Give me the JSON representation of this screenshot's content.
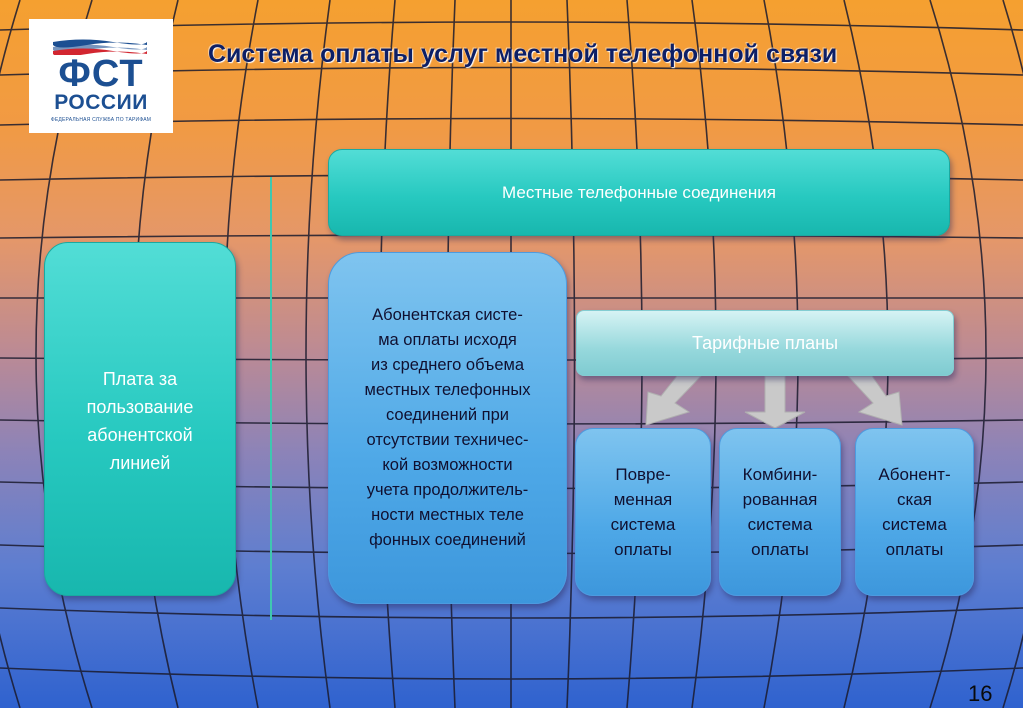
{
  "title": "Система оплаты услуг местной телефонной связи",
  "logo": {
    "abbr": "ФСТ",
    "name": "РОССИИ",
    "subtitle": "ФЕДЕРАЛЬНАЯ СЛУЖБА ПО ТАРИФАМ"
  },
  "diagram": {
    "top_box": "Местные телефонные соединения",
    "left_box": "Плата за\nпользование\nабонентской\nлинией",
    "middle_box": "Абонентская систе-\nма оплаты исходя\nиз среднего объема\nместных телефонных\nсоединений при\nотсутствии техничес-\nкой возможности\nучета продолжитель-\nности местных теле\nфонных соединений",
    "tariff_box": "Тарифные планы",
    "sub_boxes": [
      "Повре-\nменная\nсистема\nоплаты",
      "Комбини-\nрованная\nсистема\nоплаты",
      "Абонент-\nская\nсистема\nоплаты"
    ]
  },
  "page_number": "16",
  "colors": {
    "teal": "#27c9c0",
    "blue": "#4ea8e7",
    "title": "#0d1f66"
  }
}
